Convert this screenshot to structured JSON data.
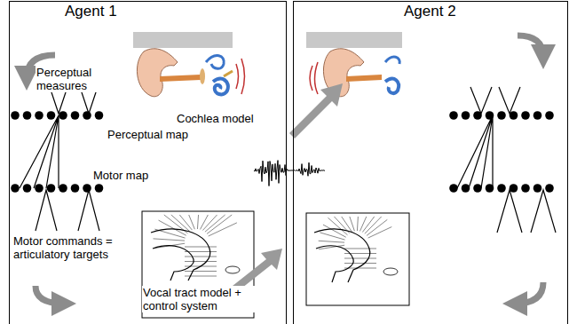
{
  "diagram": {
    "nodes": [
      {
        "text": [
          "Agent 1"
        ]
      },
      {
        "text": [
          "Agent 2"
        ]
      }
    ],
    "labels": [
      "Perceptual measures",
      "Cochlea model",
      "Perceptual map",
      "Motor map",
      "Motor commands = articulatory targets",
      "Vocal tract model + control system"
    ]
  }
}
